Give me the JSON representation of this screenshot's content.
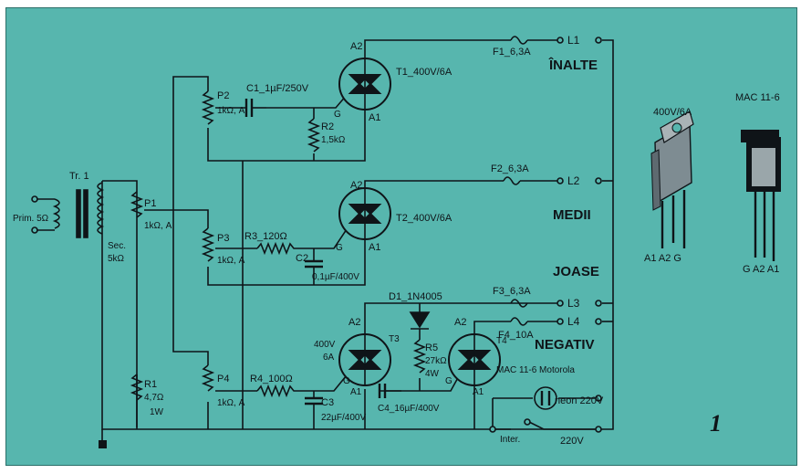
{
  "colors": {
    "board": "#57b6ae",
    "ink": "#0f1418",
    "component_body": "#7e8c92"
  },
  "labels": {
    "tr1": "Tr. 1",
    "prim": "Prim. 5Ω",
    "sec": "Sec.",
    "sec_val": "5kΩ",
    "p1": "P1",
    "p1_val": "1kΩ, A",
    "p2": "P2",
    "p2_val": "1kΩ, A",
    "p3": "P3",
    "p3_val": "1kΩ, A",
    "p4": "P4",
    "p4_val": "1kΩ, A",
    "r1": "R1",
    "r1_val": "4,7Ω",
    "r1_w": "1W",
    "r2": "R2",
    "r2_val": "1,5kΩ",
    "r3": "R3_120Ω",
    "r4": "R4_100Ω",
    "r5": "R5",
    "r5_val": "27kΩ",
    "r5_w": "4W",
    "c1": "C1_1µF/250V",
    "c2": "C2",
    "c2_val": "0,1µF/400V",
    "c3": "C3",
    "c3_val": "22µF/400V",
    "c4": "C4_16µF/400V",
    "d1": "D1_1N4005",
    "t1": "T1_400V/6A",
    "t2": "T2_400V/6A",
    "t3": "T3",
    "t3_rating_v": "400V",
    "t3_rating_a": "6A",
    "t4": "T4",
    "t4_model": "MAC 11-6 Motorola",
    "a2": "A2",
    "a1": "A1",
    "g": "G",
    "f1": "F1_6,3A",
    "f2": "F2_6,3A",
    "f3": "F3_6,3A",
    "f4": "F4_10A",
    "l1": "L1",
    "l2": "L2",
    "l3": "L3",
    "l4": "L4",
    "inalte": "ÎNALTE",
    "medii": "MEDII",
    "joase": "JOASE",
    "negativ": "NEGATIV",
    "neon": "neon 220V",
    "inter": "Inter.",
    "v220": "220V",
    "pkg1": "400V/6A",
    "pkg2": "MAC 11-6",
    "pkg1_pins": "A1 A2 G",
    "pkg2_pins": "G A2 A1",
    "figure": "1"
  }
}
